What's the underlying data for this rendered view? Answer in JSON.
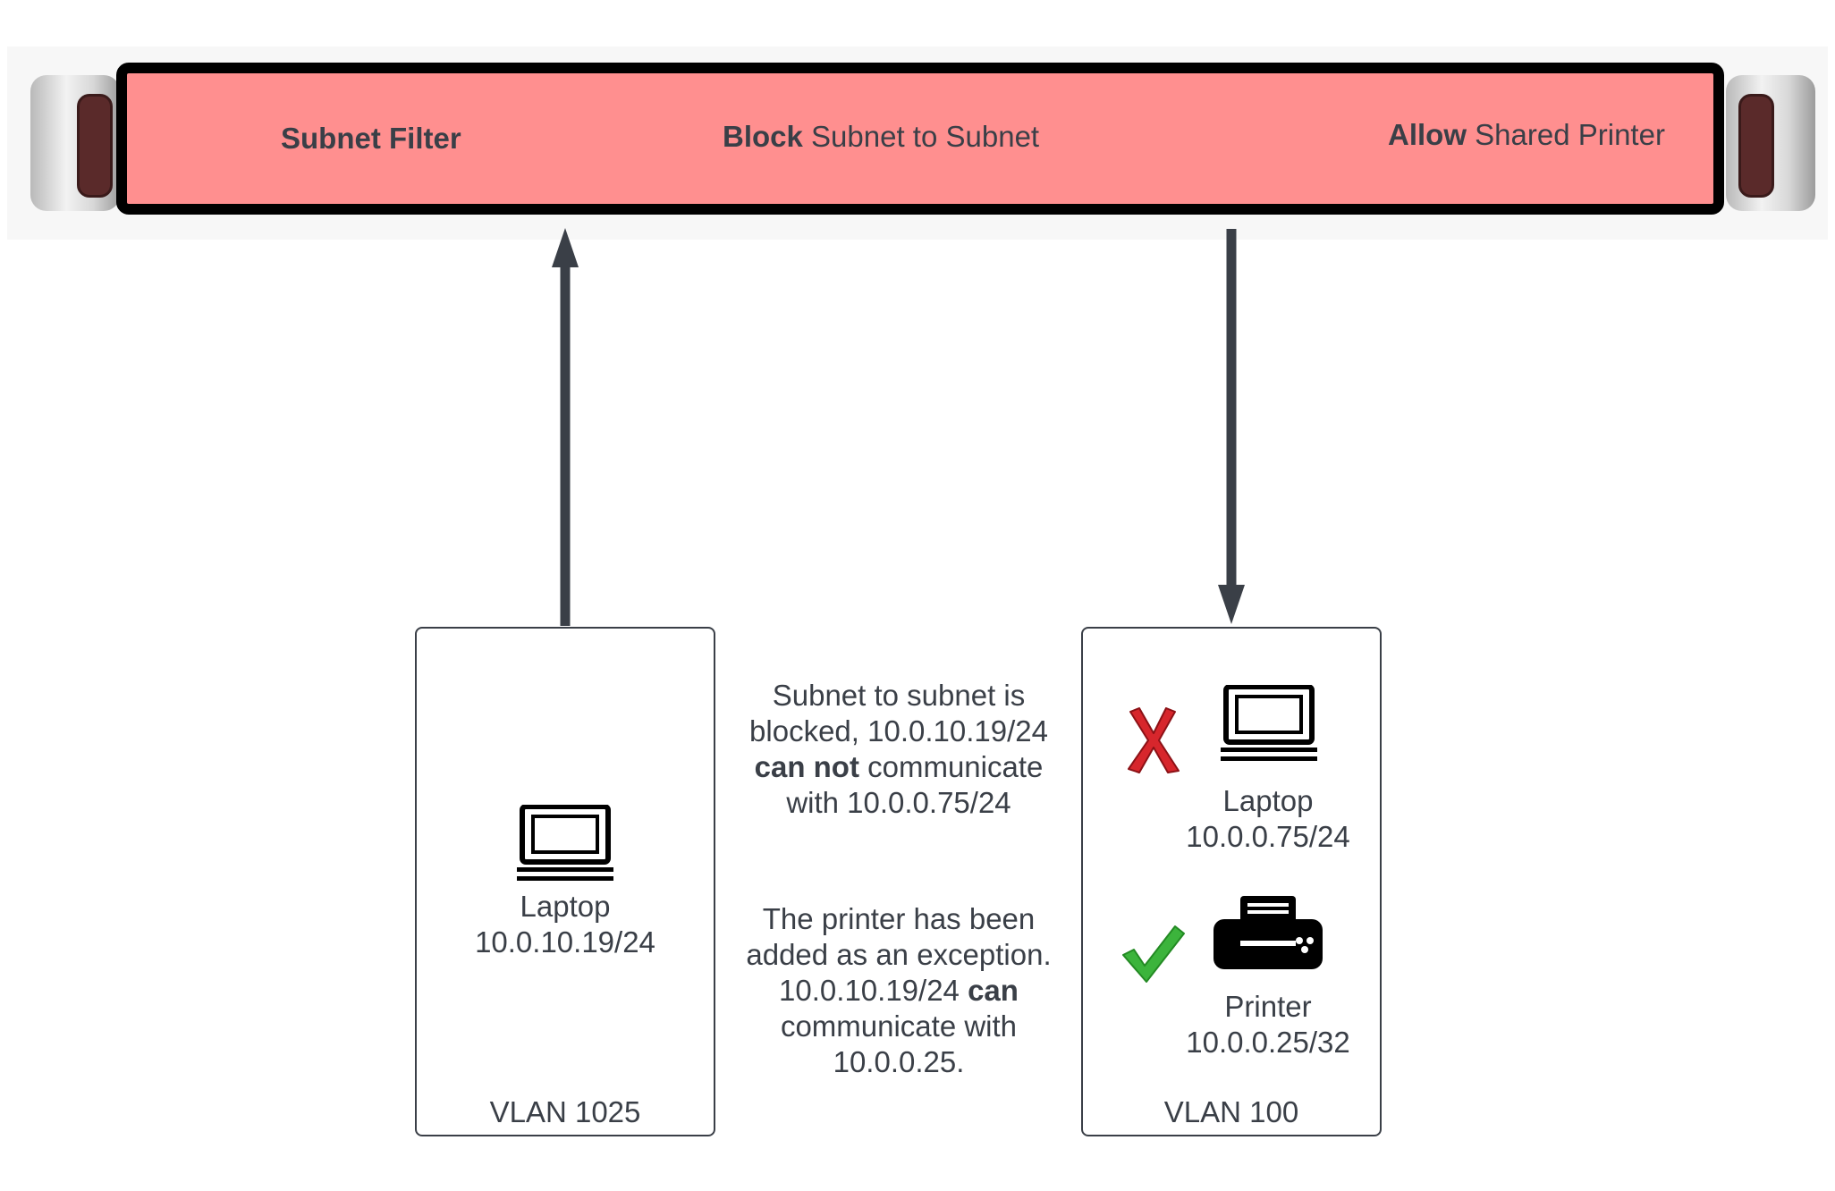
{
  "filter_bar": {
    "label_left": "Subnet Filter",
    "label_mid_bold": "Block",
    "label_mid_rest": " Subnet to Subnet",
    "label_right_bold": "Allow",
    "label_right_rest": " Shared Printer",
    "fill_color": "#ff8f8f"
  },
  "vlan_left": {
    "name": "VLAN 1025",
    "device_icon": "laptop-icon",
    "device_name": "Laptop",
    "device_ip": "10.0.10.19/24"
  },
  "vlan_right": {
    "name": "VLAN 100",
    "laptop": {
      "icon": "laptop-icon",
      "status_icon": "red-x-icon",
      "name": "Laptop",
      "ip": "10.0.0.75/24"
    },
    "printer": {
      "icon": "printer-icon",
      "status_icon": "green-check-icon",
      "name": "Printer",
      "ip": "10.0.0.25/32"
    }
  },
  "notes": {
    "blocked": {
      "line1": "Subnet to subnet is",
      "line2": "blocked, 10.0.10.19/24",
      "line3_bold": "can not",
      "line3_rest": " communicate",
      "line4": "with 10.0.0.75/24"
    },
    "exception": {
      "line1": "The printer has been",
      "line2": "added as an exception.",
      "line3_pre": "10.0.10.19/24 ",
      "line3_bold": "can",
      "line4": "communicate with",
      "line5": "10.0.0.25."
    }
  },
  "colors": {
    "arrow": "#3a3f47",
    "x_mark": "#d7262c",
    "check_mark": "#3cb43c"
  }
}
